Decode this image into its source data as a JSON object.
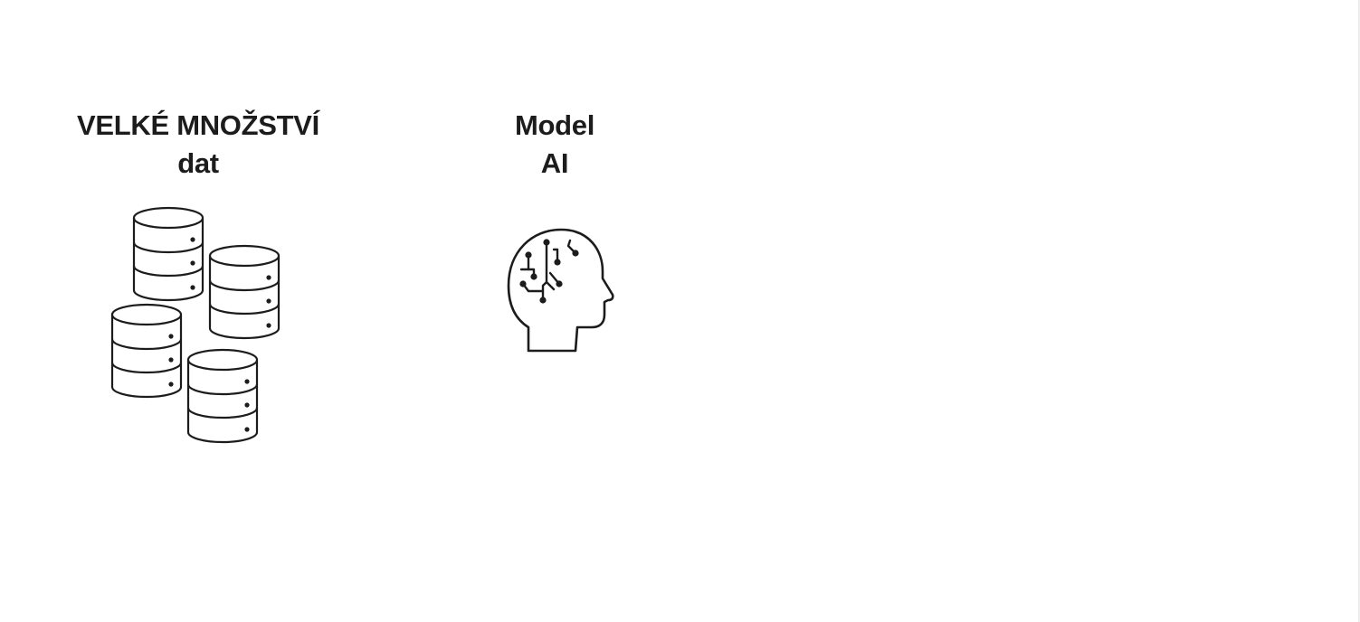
{
  "slide": {
    "background": "#ffffff",
    "text_color": "#1c1c1c",
    "icon_stroke": "#1c1c1c"
  },
  "data_block": {
    "title_line1": "VELKÉ MNOŽSTVÍ",
    "title_line2": "dat",
    "icon": "database-stack-icon"
  },
  "model_block": {
    "title_line1": "Model",
    "title_line2": "AI",
    "icon": "ai-head-circuit-icon"
  }
}
